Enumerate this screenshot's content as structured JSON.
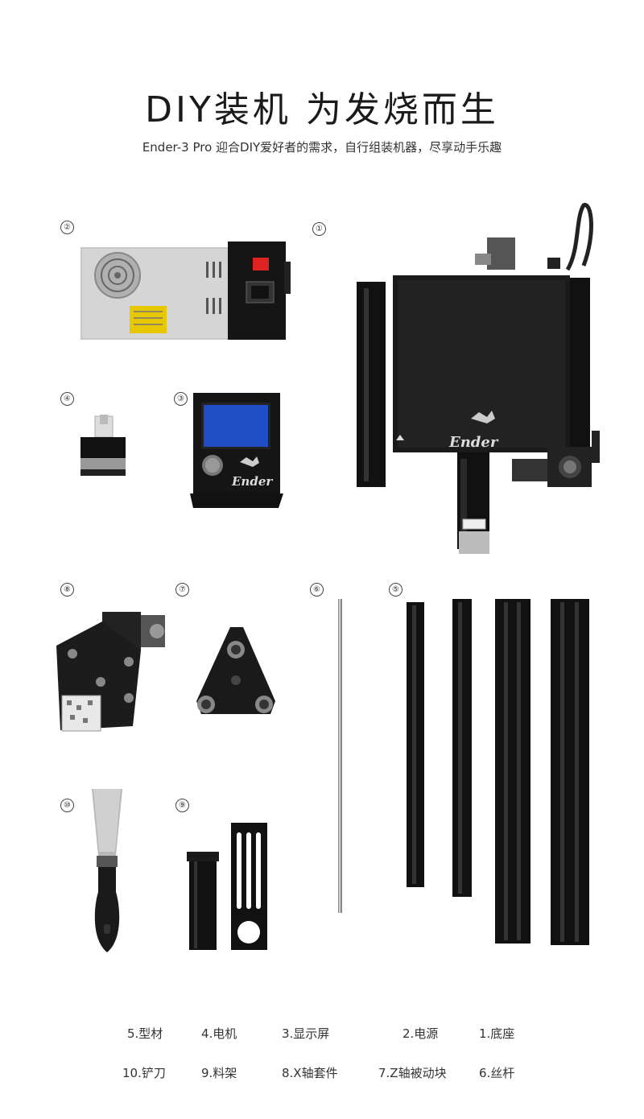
{
  "header": {
    "title": "DIY装机 为发烧而生",
    "subtitle": "Ender-3 Pro 迎合DIY爱好者的需求，自行组装机器，尽享动手乐趣"
  },
  "markers": [
    "①",
    "②",
    "③",
    "④",
    "⑤",
    "⑥",
    "⑦",
    "⑧",
    "⑨",
    "⑩"
  ],
  "parts": {
    "bed_logo": "Ender",
    "screen_logo": "Ender"
  },
  "legend": {
    "row1": [
      "1.底座",
      "2.电源",
      "3.显示屏",
      "4.电机",
      "5.型材"
    ],
    "row2": [
      "6.丝杆",
      "7.Z轴被动块",
      "8.X轴套件",
      "9.料架",
      "10.铲刀"
    ]
  }
}
